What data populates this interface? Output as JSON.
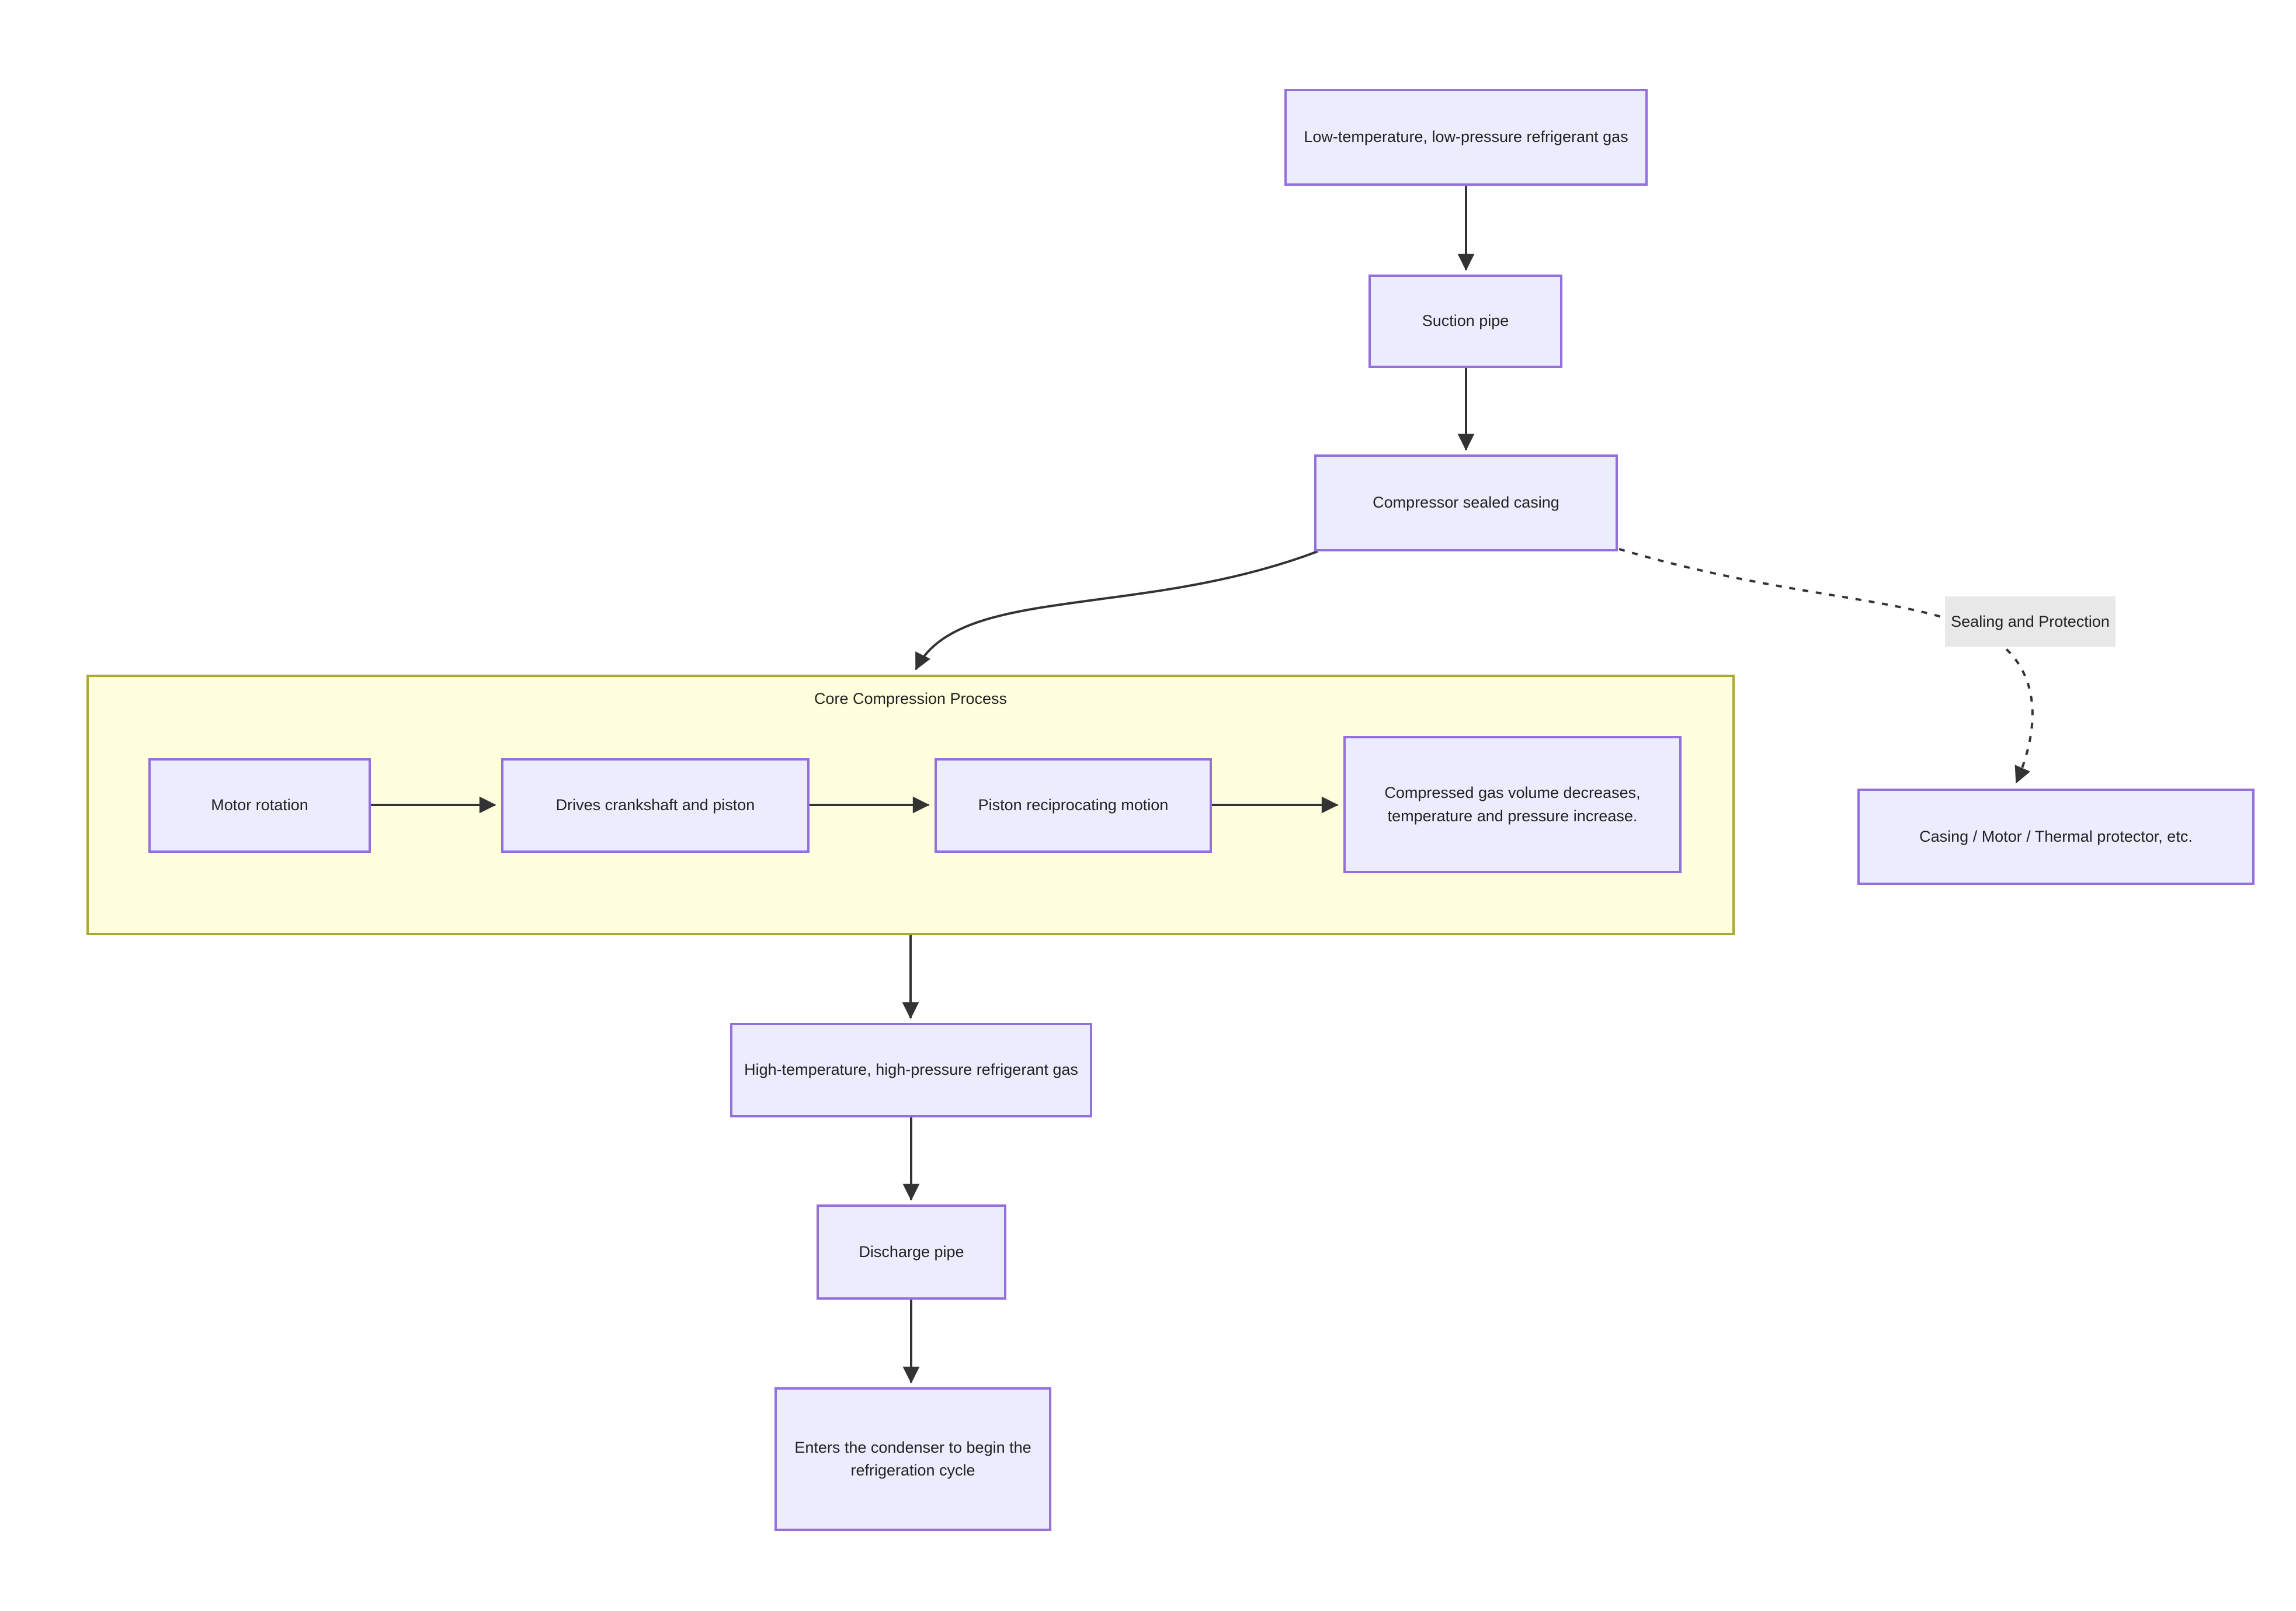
{
  "diagram": {
    "type": "flowchart-top-down",
    "background": "#FFFFFF",
    "subgraph": {
      "title": "Core Compression Process"
    },
    "nodes": {
      "low_temp_gas": {
        "label": "Low-temperature, low-pressure refrigerant gas"
      },
      "suction_pipe": {
        "label": "Suction pipe"
      },
      "compressor_casing": {
        "label": "Compressor sealed casing"
      },
      "motor_rotation": {
        "label": "Motor rotation"
      },
      "drives_crankshaft": {
        "label": "Drives crankshaft and piston"
      },
      "piston_motion": {
        "label": "Piston reciprocating motion"
      },
      "compressed_gas": {
        "label": "Compressed gas volume decreases, temperature and pressure increase."
      },
      "high_temp_gas": {
        "label": "High-temperature, high-pressure refrigerant gas"
      },
      "discharge_pipe": {
        "label": "Discharge pipe"
      },
      "condenser": {
        "label": "Enters the condenser to begin the refrigeration cycle"
      },
      "protection": {
        "label": "Casing / Motor / Thermal protector, etc."
      }
    },
    "edge_labels": {
      "sealing": "Sealing and Protection"
    },
    "edges": [
      {
        "from": "low_temp_gas",
        "to": "suction_pipe",
        "style": "solid"
      },
      {
        "from": "suction_pipe",
        "to": "compressor_casing",
        "style": "solid"
      },
      {
        "from": "compressor_casing",
        "to": "core_compression_process",
        "style": "solid"
      },
      {
        "from": "compressor_casing",
        "to": "protection",
        "style": "dotted",
        "label": "Sealing and Protection"
      },
      {
        "from": "motor_rotation",
        "to": "drives_crankshaft",
        "style": "solid"
      },
      {
        "from": "drives_crankshaft",
        "to": "piston_motion",
        "style": "solid"
      },
      {
        "from": "piston_motion",
        "to": "compressed_gas",
        "style": "solid"
      },
      {
        "from": "core_compression_process",
        "to": "high_temp_gas",
        "style": "solid"
      },
      {
        "from": "high_temp_gas",
        "to": "discharge_pipe",
        "style": "solid"
      },
      {
        "from": "discharge_pipe",
        "to": "condenser",
        "style": "solid"
      }
    ],
    "colors": {
      "node_fill": "#ECECFF",
      "node_border": "#9370DB",
      "subgraph_fill": "#FFFFDE",
      "subgraph_border": "#AAAA33",
      "edge": "#333333",
      "edge_label_bg": "#E8E8E8",
      "text": "#222222"
    }
  }
}
